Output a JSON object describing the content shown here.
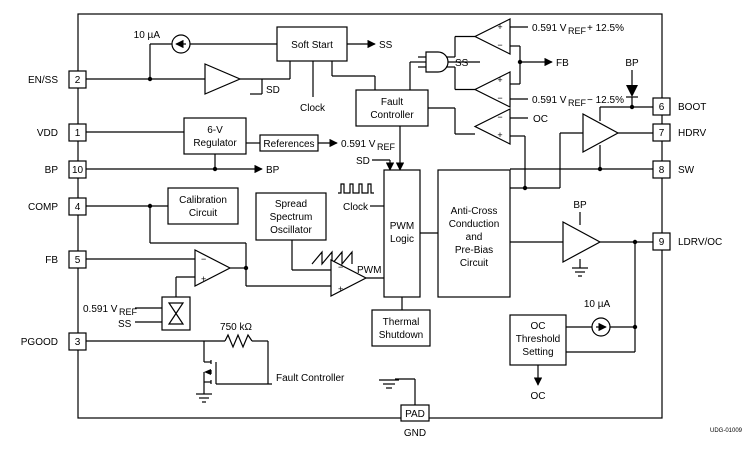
{
  "pins": {
    "en_ss": {
      "num": "2",
      "label": "EN/SS"
    },
    "vdd": {
      "num": "1",
      "label": "VDD"
    },
    "bp_in": {
      "num": "10",
      "label": "BP"
    },
    "comp": {
      "num": "4",
      "label": "COMP"
    },
    "fb": {
      "num": "5",
      "label": "FB"
    },
    "pgood": {
      "num": "3",
      "label": "PGOOD"
    },
    "boot": {
      "num": "6",
      "label": "BOOT"
    },
    "hdrv": {
      "num": "7",
      "label": "HDRV"
    },
    "sw": {
      "num": "8",
      "label": "SW"
    },
    "ldrv": {
      "num": "9",
      "label": "LDRV/OC"
    },
    "pad": {
      "num": "PAD",
      "label": "GND"
    }
  },
  "blocks": {
    "soft_start": "Soft Start",
    "regulator": [
      "6-V",
      "Regulator"
    ],
    "references": "References",
    "fault_controller": [
      "Fault",
      "Controller"
    ],
    "calibration": [
      "Calibration",
      "Circuit"
    ],
    "oscillator": [
      "Spread",
      "Spectrum",
      "Oscillator"
    ],
    "pwm_logic": [
      "PWM",
      "Logic"
    ],
    "thermal": [
      "Thermal",
      "Shutdown"
    ],
    "anti_cross": [
      "Anti-Cross",
      "Conduction",
      "and",
      "Pre-Bias",
      "Circuit"
    ],
    "oc_threshold": [
      "OC",
      "Threshold",
      "Setting"
    ]
  },
  "labels": {
    "current_src_top": "10 µA",
    "ss": "SS",
    "sd": "SD",
    "clock": "Clock",
    "ref_out_main": "0.591 V",
    "ref_out_sub": "REF",
    "bp_out": "BP",
    "sd_in": "SD",
    "clock2": "Clock",
    "pwm": "PWM",
    "fb_out": "FB",
    "ss_gate": "SS",
    "ovp_main": "0.591 V",
    "ovp_sub": "REF",
    "ovp_suffix": " + 12.5%",
    "uvp_main": "0.591 V",
    "uvp_sub": "REF",
    "uvp_suffix": " − 12.5%",
    "oc": "OC",
    "bp_top": "BP",
    "bp_ldrv": "BP",
    "fb_ref_main": "0.591 V",
    "fb_ref_sub": "REF",
    "ss_mux": "SS",
    "resistor": "750 kΩ",
    "fault_controller_ref": "Fault Controller",
    "current_src_oc": "10 µA",
    "oc_out": "OC",
    "drawing_id": "UDG-01009"
  },
  "opamp_signs": {
    "minus": "−",
    "plus": "+"
  }
}
